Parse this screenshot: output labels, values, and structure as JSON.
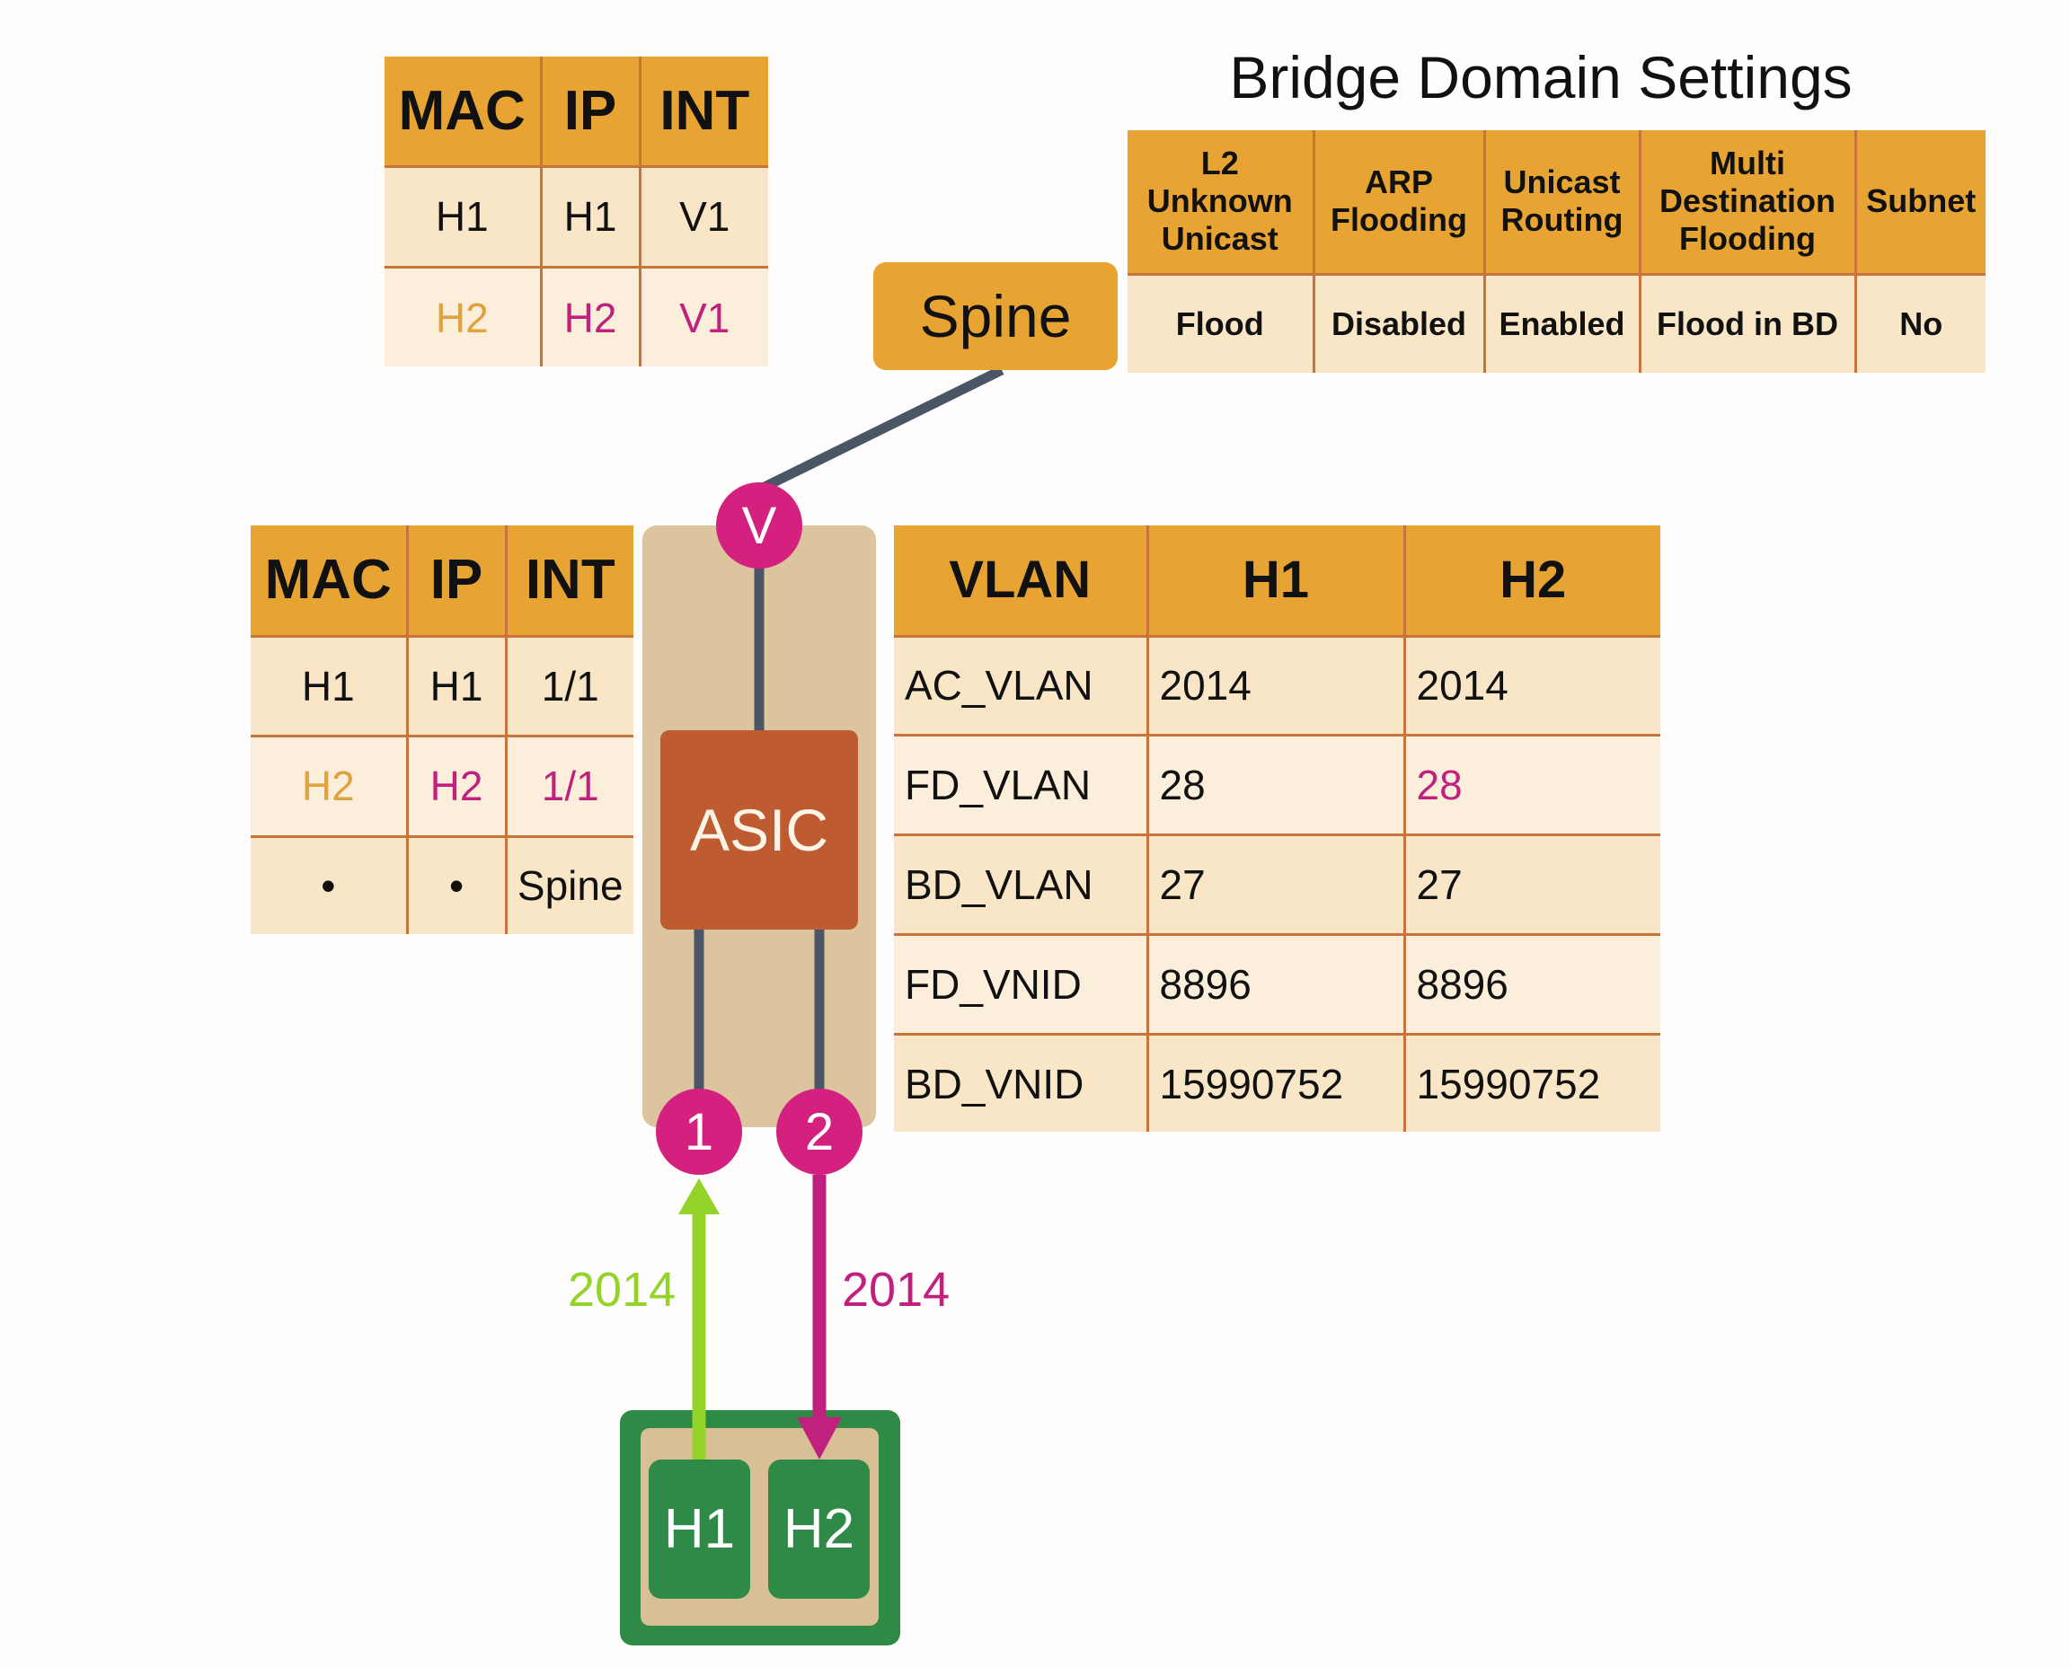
{
  "colors": {
    "header": "#e8a432",
    "cell": "#f8e6c6",
    "grid": "#c8733a",
    "port": "#d4217f",
    "asic": "#bf5b30",
    "host": "#2f8a45",
    "link": "#4a5566",
    "h1_flow": "#94d42a",
    "h2_flow": "#c0217f",
    "h2_highlight_orange": "#e0a23e"
  },
  "spine_mac_table": {
    "headers": [
      "MAC",
      "IP",
      "INT"
    ],
    "rows": [
      {
        "mac": "H1",
        "ip": "H1",
        "int": "V1"
      },
      {
        "mac": "H2",
        "ip": "H2",
        "int": "V1"
      }
    ]
  },
  "bridge_domain": {
    "title": "Bridge Domain Settings",
    "headers": [
      "L2 Unknown Unicast",
      "ARP Flooding",
      "Unicast Routing",
      "Multi Destination Flooding",
      "Subnet"
    ],
    "header_lines": [
      [
        "L2",
        "Unknown",
        "Unicast"
      ],
      [
        "ARP",
        "Flooding"
      ],
      [
        "Unicast",
        "Routing"
      ],
      [
        "Multi",
        "Destination",
        "Flooding"
      ],
      [
        "Subnet"
      ]
    ],
    "values": [
      "Flood",
      "Disabled",
      "Enabled",
      "Flood in BD",
      "No"
    ]
  },
  "spine": {
    "label": "Spine"
  },
  "leaf_mac_table": {
    "headers": [
      "MAC",
      "IP",
      "INT"
    ],
    "rows": [
      {
        "mac": "H1",
        "ip": "H1",
        "int": "1/1"
      },
      {
        "mac": "H2",
        "ip": "H2",
        "int": "1/1"
      },
      {
        "mac": "•",
        "ip": "•",
        "int": "Spine"
      }
    ]
  },
  "leaf": {
    "asic_label": "ASIC",
    "ports": {
      "vtep": "V",
      "port1": "1",
      "port2": "2"
    }
  },
  "vlan_table": {
    "headers": [
      "VLAN",
      "H1",
      "H2"
    ],
    "rows": [
      {
        "name": "AC_VLAN",
        "h1": "2014",
        "h2": "2014"
      },
      {
        "name": "FD_VLAN",
        "h1": "28",
        "h2": "28"
      },
      {
        "name": "BD_VLAN",
        "h1": "27",
        "h2": "27"
      },
      {
        "name": "FD_VNID",
        "h1": "8896",
        "h2": "8896"
      },
      {
        "name": "BD_VNID",
        "h1": "15990752",
        "h2": "15990752"
      }
    ]
  },
  "flows": {
    "h1_to_port1": {
      "label": "2014",
      "direction": "up"
    },
    "port2_to_h2": {
      "label": "2014",
      "direction": "down"
    }
  },
  "hosts": {
    "h1": "H1",
    "h2": "H2"
  }
}
